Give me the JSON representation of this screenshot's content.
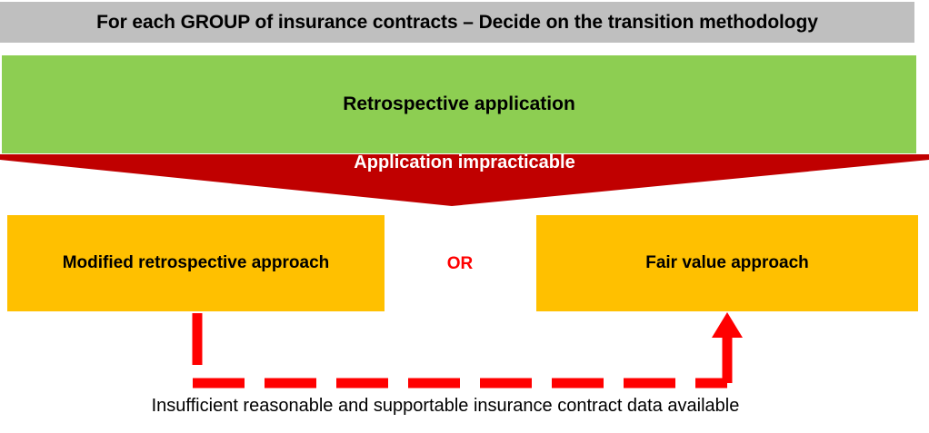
{
  "header": {
    "title": "For each GROUP of insurance contracts – Decide on the transition methodology",
    "background_color": "#BFBFBF",
    "text_color": "#000000"
  },
  "retrospective": {
    "label": "Retrospective application",
    "background_color": "#8DCE52",
    "text_color": "#000000"
  },
  "impracticable": {
    "label": "Application impracticable",
    "background_color": "#C00000",
    "text_color": "#FFFFFF"
  },
  "options": {
    "connector_label": "OR",
    "connector_color": "#FF0000",
    "box_color": "#FFC000",
    "box_text_color": "#000000",
    "items": [
      {
        "label": "Modified retrospective approach"
      },
      {
        "label": "Fair value approach"
      }
    ]
  },
  "feedback": {
    "caption": "Insufficient reasonable and supportable insurance contract data available",
    "line_color": "#FF0000",
    "caption_color": "#000000"
  }
}
